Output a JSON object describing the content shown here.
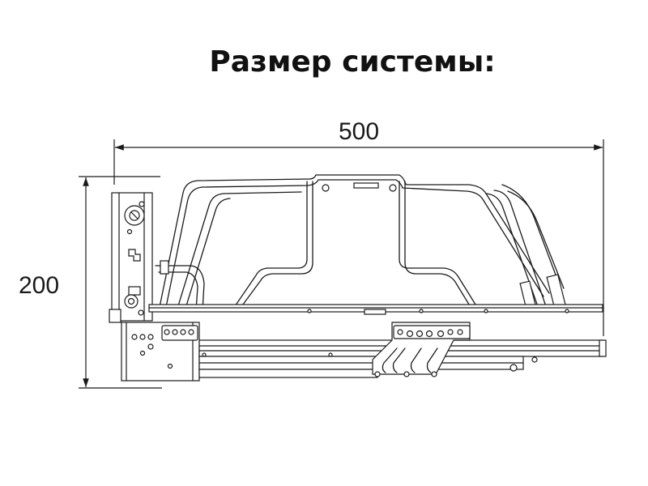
{
  "title": "Размер системы:",
  "dimensions": {
    "width": "500",
    "height": "200"
  },
  "colors": {
    "line": "#1a1a1a",
    "background": "#ffffff"
  }
}
